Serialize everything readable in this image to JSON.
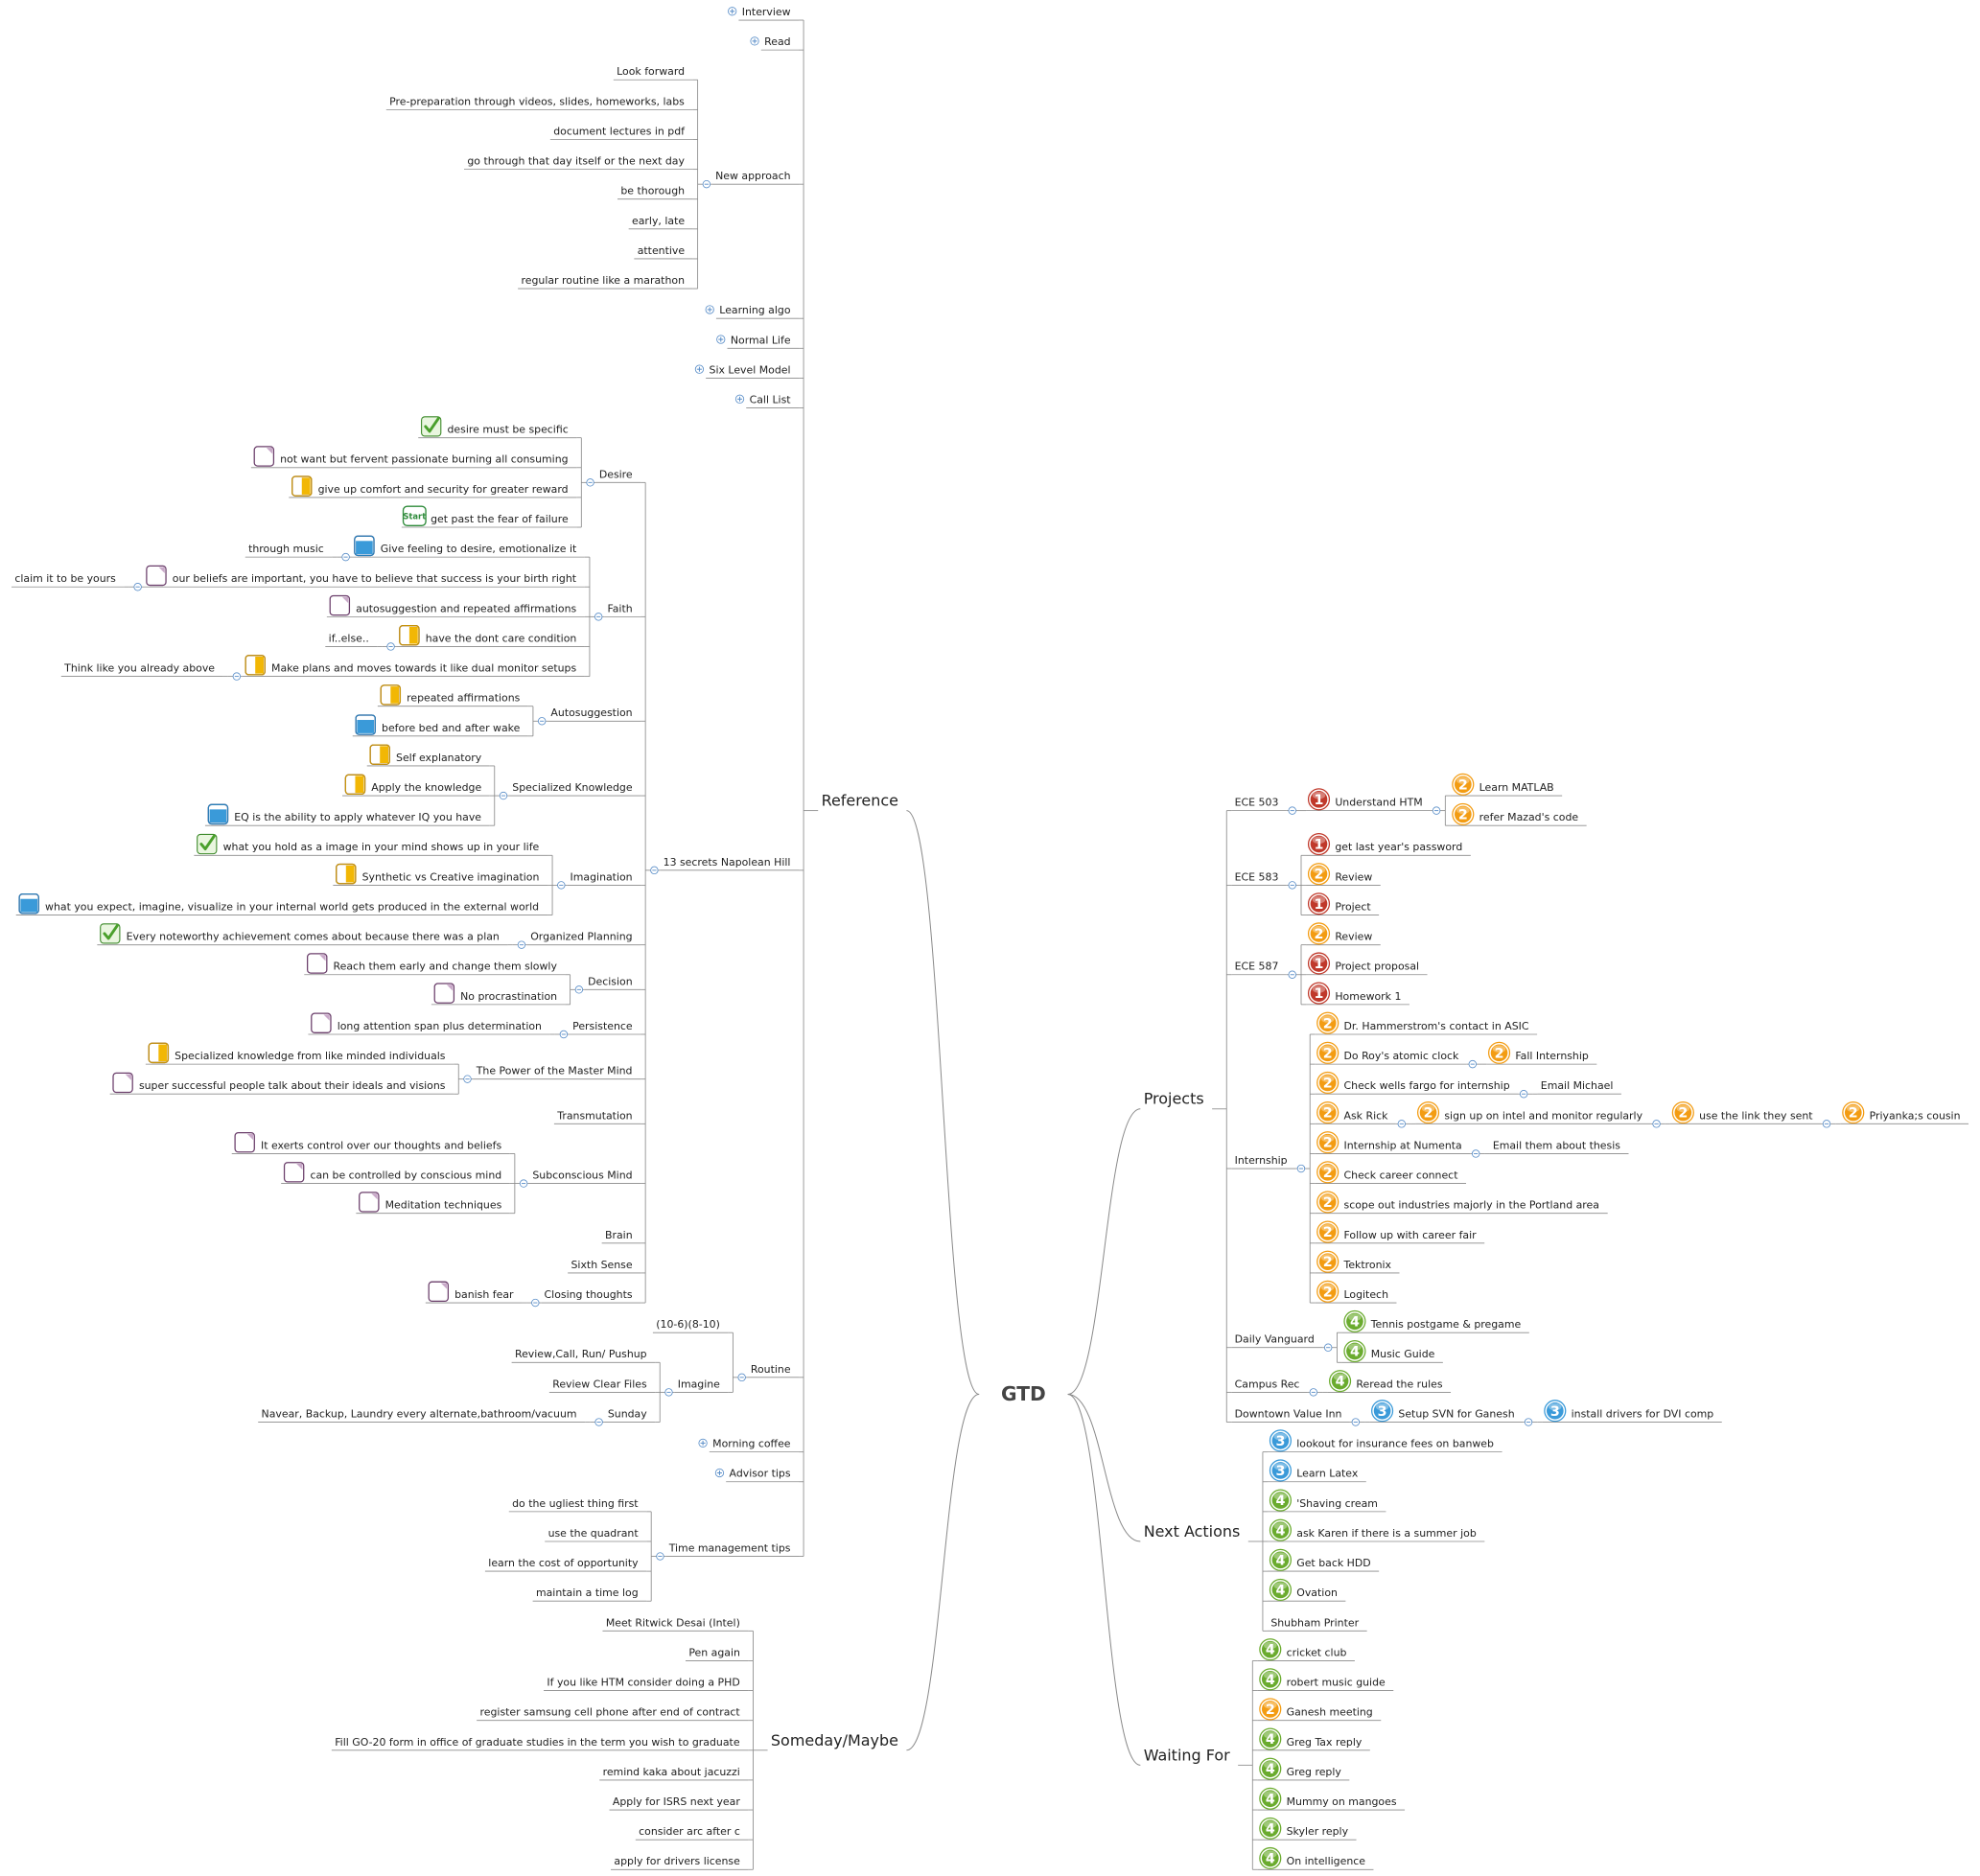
{
  "central": "GTD",
  "left": [
    {
      "label": "Reference",
      "main": true,
      "children": [
        {
          "label": "Interview",
          "collapsed": true
        },
        {
          "label": "Read",
          "collapsed": true
        },
        {
          "label": "New approach",
          "children": [
            {
              "label": "Look forward"
            },
            {
              "label": "Pre-preparation through videos, slides, homeworks, labs"
            },
            {
              "label": "document lectures in pdf"
            },
            {
              "label": "go through that day itself or the next day"
            },
            {
              "label": "be thorough"
            },
            {
              "label": "early, late"
            },
            {
              "label": "attentive"
            },
            {
              "label": "regular routine like a marathon"
            }
          ]
        },
        {
          "label": "Learning algo",
          "collapsed": true
        },
        {
          "label": "Normal Life",
          "collapsed": true
        },
        {
          "label": "Six Level Model",
          "collapsed": true
        },
        {
          "label": "Call List",
          "collapsed": true
        },
        {
          "label": "13 secrets Napolean Hill",
          "children": [
            {
              "label": "Desire",
              "children": [
                {
                  "label": "desire must be specific",
                  "icon": "check"
                },
                {
                  "label": "not want but fervent passionate burning all consuming",
                  "icon": "q0"
                },
                {
                  "label": "give up comfort and security for greater reward",
                  "icon": "q50"
                },
                {
                  "label": "get past the fear of failure",
                  "icon": "start"
                }
              ]
            },
            {
              "label": "Faith",
              "children": [
                {
                  "label": "Give feeling to desire, emotionalize it",
                  "icon": "q75",
                  "children": [
                    {
                      "label": "through music"
                    }
                  ]
                },
                {
                  "label": "our beliefs are important, you have to believe that success is your birth right",
                  "icon": "q0",
                  "children": [
                    {
                      "label": "claim it to be yours"
                    }
                  ]
                },
                {
                  "label": "autosuggestion and repeated affirmations",
                  "icon": "q0"
                },
                {
                  "label": "have the dont care condition",
                  "icon": "q50",
                  "children": [
                    {
                      "label": "if..else.."
                    }
                  ]
                },
                {
                  "label": "Make plans and moves towards it like dual monitor setups",
                  "icon": "q50",
                  "children": [
                    {
                      "label": "Think like you already above"
                    }
                  ]
                }
              ]
            },
            {
              "label": "Autosuggestion",
              "children": [
                {
                  "label": "repeated affirmations",
                  "icon": "q50"
                },
                {
                  "label": "before bed and after wake",
                  "icon": "q75"
                }
              ]
            },
            {
              "label": "Specialized Knowledge",
              "children": [
                {
                  "label": "Self explanatory",
                  "icon": "q50"
                },
                {
                  "label": "Apply the knowledge",
                  "icon": "q50"
                },
                {
                  "label": "EQ is the ability to apply whatever IQ you have",
                  "icon": "q75"
                }
              ]
            },
            {
              "label": "Imagination",
              "children": [
                {
                  "label": "what you hold as a image in your mind shows up in your life",
                  "icon": "check"
                },
                {
                  "label": "Synthetic vs Creative imagination",
                  "icon": "q50"
                },
                {
                  "label": "what you expect, imagine, visualize in your internal world gets produced in the external world",
                  "icon": "q75"
                }
              ]
            },
            {
              "label": "Organized Planning",
              "children": [
                {
                  "label": "Every noteworthy achievement comes about because there was a plan",
                  "icon": "check"
                }
              ]
            },
            {
              "label": "Decision",
              "children": [
                {
                  "label": "Reach them early and change them slowly",
                  "icon": "q0"
                },
                {
                  "label": "No procrastination",
                  "icon": "q0"
                }
              ]
            },
            {
              "label": "Persistence",
              "children": [
                {
                  "label": "long attention span plus determination",
                  "icon": "q0"
                }
              ]
            },
            {
              "label": "The Power of the Master Mind",
              "children": [
                {
                  "label": "Specialized knowledge from like minded individuals",
                  "icon": "q50"
                },
                {
                  "label": "super successful people talk about their ideals and visions",
                  "icon": "q0"
                }
              ]
            },
            {
              "label": "Transmutation"
            },
            {
              "label": "Subconscious Mind",
              "children": [
                {
                  "label": "It exerts control over our thoughts and beliefs",
                  "icon": "q0"
                },
                {
                  "label": "can be controlled by conscious mind",
                  "icon": "q0"
                },
                {
                  "label": "Meditation techniques",
                  "icon": "q0"
                }
              ]
            },
            {
              "label": "Brain"
            },
            {
              "label": "Sixth Sense"
            },
            {
              "label": "Closing thoughts",
              "children": [
                {
                  "label": "banish fear",
                  "icon": "q0"
                }
              ]
            }
          ]
        },
        {
          "label": "Routine",
          "children": [
            {
              "label": "(10-6)(8-10)"
            },
            {
              "label": "Imagine",
              "children": [
                {
                  "label": "Review,Call, Run/ Pushup"
                },
                {
                  "label": "Review Clear Files"
                },
                {
                  "label": "Sunday",
                  "children": [
                    {
                      "label": "Navear, Backup, Laundry every alternate,bathroom/vacuum"
                    }
                  ]
                }
              ]
            }
          ]
        },
        {
          "label": "Morning coffee",
          "collapsed": true
        },
        {
          "label": "Advisor tips",
          "collapsed": true
        },
        {
          "label": "Time management tips",
          "children": [
            {
              "label": "do the ugliest thing first"
            },
            {
              "label": "use the quadrant"
            },
            {
              "label": "learn the cost of opportunity"
            },
            {
              "label": "maintain a time log"
            }
          ]
        }
      ]
    },
    {
      "label": "Someday/Maybe",
      "main": true,
      "children": [
        {
          "label": "Meet Ritwick Desai (Intel)"
        },
        {
          "label": "Pen again"
        },
        {
          "label": "If you like HTM consider doing a PHD"
        },
        {
          "label": "register samsung cell phone after end of contract"
        },
        {
          "label": "Fill GO-20 form in office of graduate studies in the term you wish to graduate"
        },
        {
          "label": "remind kaka about jacuzzi"
        },
        {
          "label": "Apply for ISRS next year"
        },
        {
          "label": "consider arc after c"
        },
        {
          "label": "apply for drivers license"
        }
      ]
    }
  ],
  "right": [
    {
      "label": "Projects",
      "main": true,
      "children": [
        {
          "label": "ECE 503",
          "children": [
            {
              "label": "Understand HTM",
              "icon": "p1",
              "children": [
                {
                  "label": "Learn MATLAB",
                  "icon": "p2"
                },
                {
                  "label": "refer Mazad's code",
                  "icon": "p2"
                }
              ]
            }
          ]
        },
        {
          "label": "ECE 583",
          "children": [
            {
              "label": "get last year's password",
              "icon": "p1"
            },
            {
              "label": "Review",
              "icon": "p2"
            },
            {
              "label": "Project",
              "icon": "p1"
            }
          ]
        },
        {
          "label": "ECE 587",
          "children": [
            {
              "label": "Review",
              "icon": "p2"
            },
            {
              "label": "Project proposal",
              "icon": "p1"
            },
            {
              "label": "Homework 1",
              "icon": "p1"
            }
          ]
        },
        {
          "label": "Internship",
          "children": [
            {
              "label": "Dr. Hammerstrom's contact in ASIC",
              "icon": "p2"
            },
            {
              "label": "Do Roy's atomic clock",
              "icon": "p2",
              "children": [
                {
                  "label": "Fall Internship",
                  "icon": "p2"
                }
              ]
            },
            {
              "label": "Check wells fargo for internship",
              "icon": "p2",
              "children": [
                {
                  "label": "Email Michael"
                }
              ]
            },
            {
              "label": "Ask Rick",
              "icon": "p2",
              "children": [
                {
                  "label": "sign up on intel and monitor regularly",
                  "icon": "p2",
                  "children": [
                    {
                      "label": "use the link they sent",
                      "icon": "p2",
                      "children": [
                        {
                          "label": "Priyanka;s cousin",
                          "icon": "p2"
                        }
                      ]
                    }
                  ]
                }
              ]
            },
            {
              "label": "Internship at Numenta",
              "icon": "p2",
              "children": [
                {
                  "label": "Email them about thesis"
                }
              ]
            },
            {
              "label": "Check career connect",
              "icon": "p2"
            },
            {
              "label": "scope out industries majorly in the Portland area",
              "icon": "p2"
            },
            {
              "label": "Follow up with career fair",
              "icon": "p2"
            },
            {
              "label": "Tektronix",
              "icon": "p2"
            },
            {
              "label": "Logitech",
              "icon": "p2"
            }
          ]
        },
        {
          "label": "Daily Vanguard",
          "children": [
            {
              "label": "Tennis postgame & pregame",
              "icon": "p4"
            },
            {
              "label": "Music Guide",
              "icon": "p4"
            }
          ]
        },
        {
          "label": "Campus Rec",
          "children": [
            {
              "label": "Reread the rules",
              "icon": "p4"
            }
          ]
        },
        {
          "label": "Downtown Value Inn",
          "children": [
            {
              "label": "Setup SVN for Ganesh",
              "icon": "p3",
              "children": [
                {
                  "label": "install drivers for DVI comp",
                  "icon": "p3"
                }
              ]
            }
          ]
        }
      ]
    },
    {
      "label": "Next Actions",
      "main": true,
      "children": [
        {
          "label": "lookout for insurance fees on banweb",
          "icon": "p3"
        },
        {
          "label": "Learn Latex",
          "icon": "p3"
        },
        {
          "label": "'Shaving cream",
          "icon": "p4"
        },
        {
          "label": "ask Karen if there is a summer job",
          "icon": "p4"
        },
        {
          "label": "Get back HDD",
          "icon": "p4"
        },
        {
          "label": "Ovation",
          "icon": "p4"
        },
        {
          "label": "Shubham Printer"
        }
      ]
    },
    {
      "label": "Waiting For",
      "main": true,
      "children": [
        {
          "label": "cricket club",
          "icon": "p4"
        },
        {
          "label": "robert music guide",
          "icon": "p4"
        },
        {
          "label": "Ganesh meeting",
          "icon": "p2"
        },
        {
          "label": "Greg Tax reply",
          "icon": "p4"
        },
        {
          "label": "Greg reply",
          "icon": "p4"
        },
        {
          "label": "Mummy on mangoes",
          "icon": "p4"
        },
        {
          "label": "Skyler reply",
          "icon": "p4"
        },
        {
          "label": "On intelligence",
          "icon": "p4"
        }
      ]
    }
  ],
  "icon_colors": {
    "p1": "#c0392b",
    "p2": "#f39c12",
    "p3": "#3a9ad9",
    "p4": "#6aab2e",
    "check": "#4aa02c",
    "task_empty": "#6b3f6b",
    "task_half": "#f2b705",
    "task_three": "#3a9ad9",
    "start": "#2e8b3a"
  }
}
